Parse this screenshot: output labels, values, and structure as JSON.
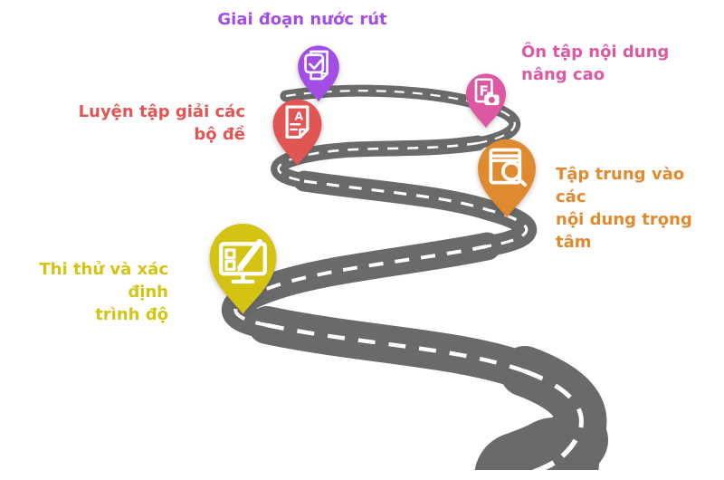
{
  "diagram": {
    "type": "winding-road-roadmap",
    "background_color": "#ffffff",
    "road": {
      "color": "#6a6a6a",
      "dash_color": "#ffffff"
    },
    "milestones": [
      {
        "label": "Thi thử và xác định trình độ",
        "label_lines": [
          "Thi thử và xác định",
          "trình độ"
        ],
        "color": "#d5c313",
        "icon": "exam-screen-pencil-icon",
        "position": "bottom-left"
      },
      {
        "label": "Tập trung vào các nội dung trọng tâm",
        "label_lines": [
          "Tập trung vào các",
          "nội dung trọng tâm"
        ],
        "color": "#e08a2f",
        "icon": "book-magnifier-icon",
        "position": "middle-right"
      },
      {
        "label": "Luyện tập giải các bộ đề",
        "label_lines": [
          "Luyện tập giải các",
          "bộ đề"
        ],
        "color": "#e15552",
        "icon": "graded-paper-icon",
        "icon_letter": "A",
        "position": "middle-left"
      },
      {
        "label": "Ôn tập nội dung nâng cao",
        "label_lines": [
          "Ôn tập nội dung",
          "nâng cao"
        ],
        "color": "#dd58a3",
        "icon": "document-photo-icon",
        "icon_letter": "F",
        "position": "top-right"
      },
      {
        "label": "Giai đoạn nước rút",
        "label_lines": [
          "Giai đoạn nước rút"
        ],
        "color": "#a24de6",
        "icon": "checked-paper-icon",
        "position": "top-center"
      }
    ]
  }
}
